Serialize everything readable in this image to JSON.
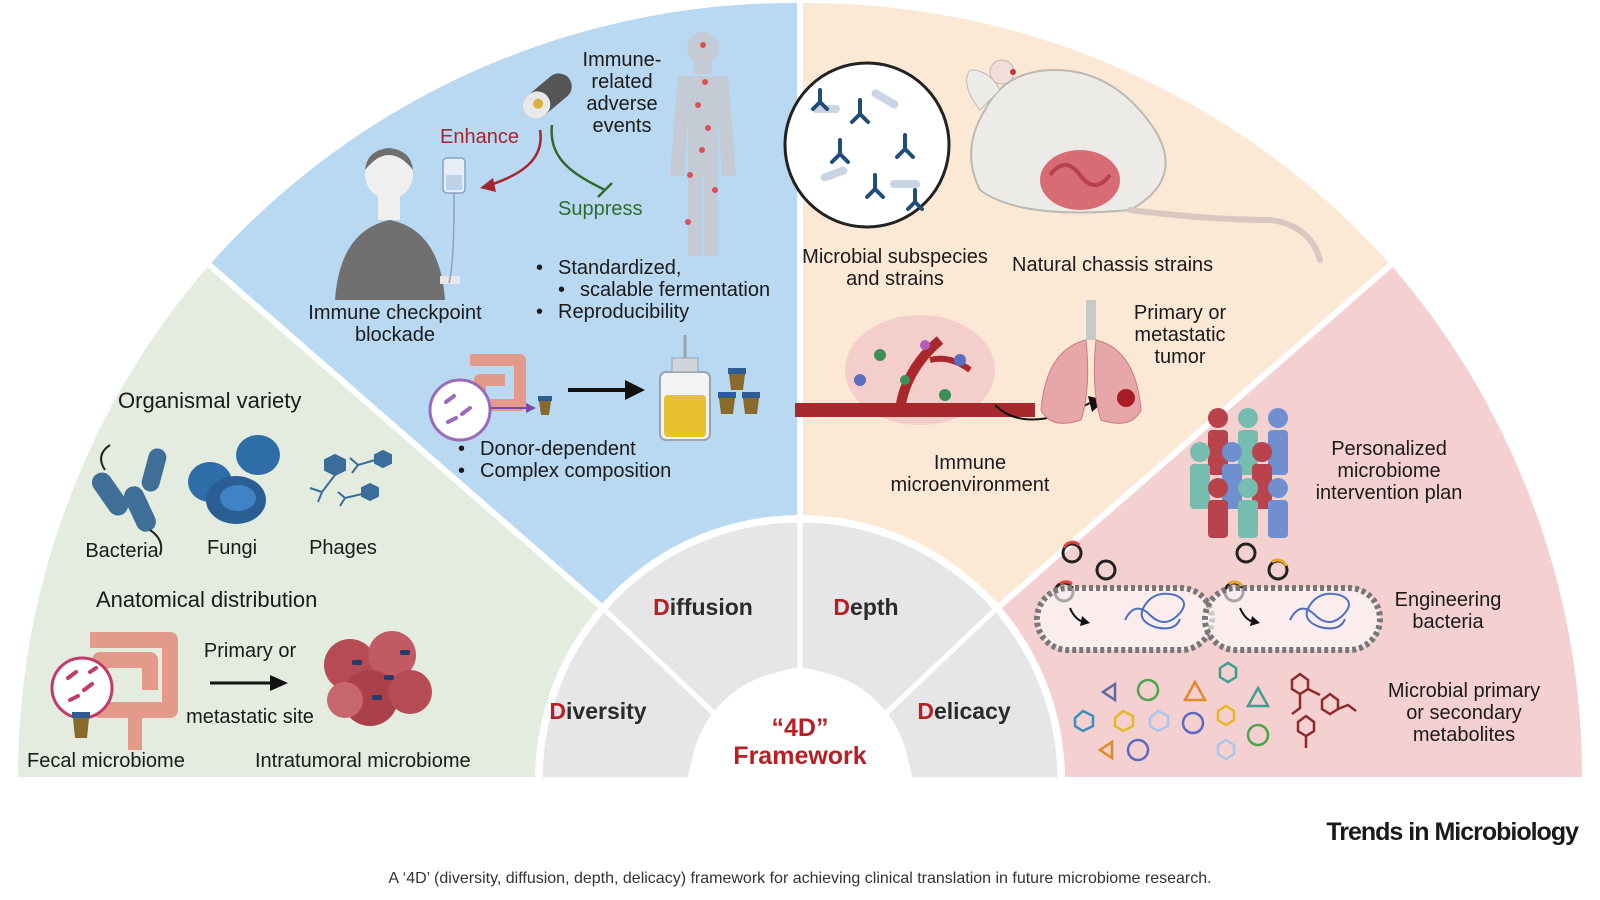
{
  "framework": {
    "title_line1": "“4D”",
    "title_line2": "Framework",
    "sectors": [
      {
        "initial": "D",
        "rest": "iversity"
      },
      {
        "initial": "D",
        "rest": "iffusion"
      },
      {
        "initial": "D",
        "rest": "epth"
      },
      {
        "initial": "D",
        "rest": "elicacy"
      }
    ]
  },
  "diversity": {
    "organismal_title": "Organismal variety",
    "organisms": [
      "Bacteria",
      "Fungi",
      "Phages"
    ],
    "anatomical_title": "Anatomical distribution",
    "arrow_label_top": "Primary or",
    "arrow_label_bottom": "metastatic site",
    "fecal": "Fecal microbiome",
    "intratumoral": "Intratumoral microbiome"
  },
  "diffusion": {
    "irae_lines": [
      "Immune-",
      "related",
      "adverse",
      "events"
    ],
    "enhance": "Enhance",
    "suppress": "Suppress",
    "icb_lines": [
      "Immune checkpoint",
      "blockade"
    ],
    "bullets_top": [
      "Standardized,",
      "scalable fermentation",
      "Reproducibility"
    ],
    "bullets_bottom": [
      "Donor-dependent",
      "Complex composition"
    ]
  },
  "depth": {
    "subspecies_lines": [
      "Microbial subspecies",
      "and strains"
    ],
    "chassis": "Natural chassis strains",
    "tumor_lines": [
      "Primary or",
      "metastatic",
      "tumor"
    ],
    "microenv_lines": [
      "Immune",
      "microenvironment"
    ]
  },
  "delicacy": {
    "personalized_lines": [
      "Personalized",
      "microbiome",
      "intervention plan"
    ],
    "engineering_lines": [
      "Engineering",
      "bacteria"
    ],
    "metabolites_lines": [
      "Microbial primary",
      "or secondary",
      "metabolites"
    ]
  },
  "brand": "Trends in Microbiology",
  "caption": "A ‘4D’ (diversity, diffusion, depth, delicacy) framework for achieving clinical translation in future microbiome research.",
  "colors": {
    "diversity_bg": "#e3ecdf",
    "diffusion_bg": "#b9d8f1",
    "depth_bg": "#fbe9d6",
    "delicacy_bg": "#f5d0d1",
    "inner_ring": "#e6e6e8",
    "accent_red": "#b81f24",
    "enhance": "#a3262d",
    "suppress": "#2f6b2f"
  },
  "icons": [
    "bacteria-icon",
    "fungi-icon",
    "phage-icon",
    "intestine-icon",
    "tumor-cluster-icon",
    "capsule-icon",
    "human-body-icon",
    "patient-icon",
    "iv-bag-icon",
    "bioreactor-icon",
    "stool-cup-icon",
    "microbe-circle-icon",
    "mouse-icon",
    "blood-vessel-icon",
    "lung-icon",
    "people-group-icon",
    "plasmid-icon",
    "metabolite-icon"
  ]
}
